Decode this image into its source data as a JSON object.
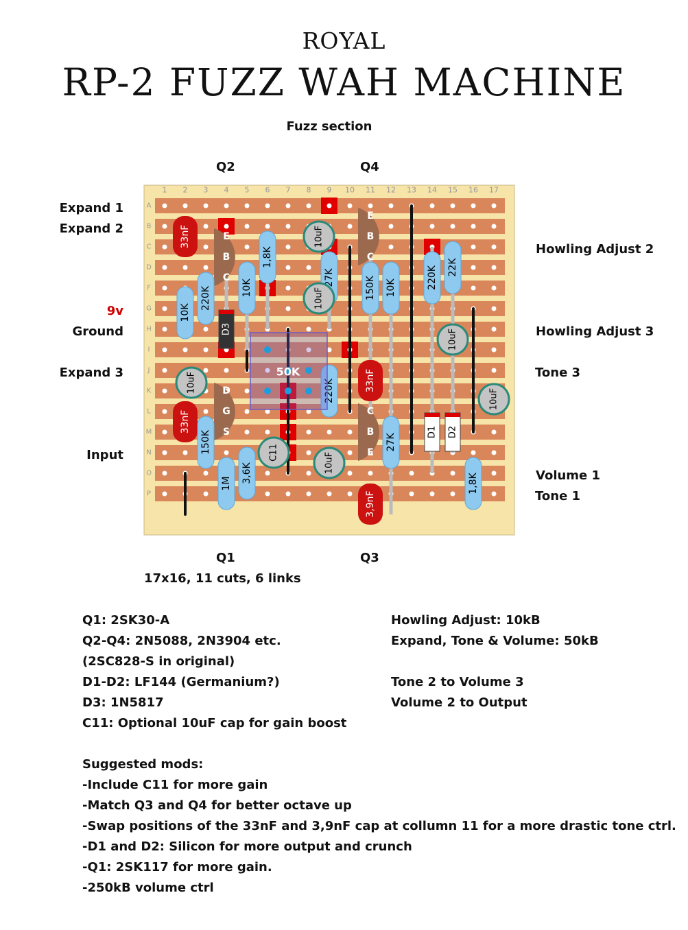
{
  "header": {
    "brand": "ROYAL",
    "title": "RP-2 FUZZ WAH MACHINE",
    "subtitle": "Fuzz section"
  },
  "transistor_labels": {
    "q2": "Q2",
    "q4": "Q4",
    "q1": "Q1",
    "q3": "Q3"
  },
  "board_info": "17x16, 11 cuts, 6 links",
  "board": {
    "columns": [
      "1",
      "2",
      "3",
      "4",
      "5",
      "6",
      "7",
      "8",
      "9",
      "10",
      "11",
      "12",
      "13",
      "14",
      "15",
      "16",
      "17"
    ],
    "rows": [
      "A",
      "B",
      "C",
      "D",
      "F",
      "G",
      "H",
      "I",
      "J",
      "K",
      "L",
      "M",
      "N",
      "O",
      "P"
    ]
  },
  "left_labels": {
    "expand1": "Expand 1",
    "expand2": "Expand 2",
    "nine_v": "9v",
    "ground": "Ground",
    "expand3": "Expand 3",
    "input": "Input"
  },
  "right_labels": {
    "howling2": "Howling Adjust 2",
    "howling3": "Howling Adjust 3",
    "tone3": "Tone 3",
    "volume1": "Volume 1",
    "tone1": "Tone 1"
  },
  "components": {
    "film_caps": [
      "33nF",
      "33nF",
      "33nF",
      "3,9nF"
    ],
    "elec_caps": [
      "10uF",
      "10uF",
      "10uF",
      "10uF",
      "10uF",
      "10uF",
      "C11"
    ],
    "resistors": [
      "10K",
      "220K",
      "10K",
      "1,8K",
      "27K",
      "150K",
      "10K",
      "220K",
      "22K",
      "220K",
      "150K",
      "1M",
      "3,6K",
      "27K",
      "1,8K"
    ],
    "transistor_pins": [
      "E",
      "B",
      "C",
      "D",
      "G",
      "S"
    ],
    "diodes": [
      "D3",
      "D1",
      "D2"
    ],
    "pot": "50K"
  },
  "notes_left": [
    "Q1: 2SK30-A",
    "Q2-Q4: 2N5088, 2N3904 etc.",
    "(2SC828-S in original)",
    "D1-D2: LF144 (Germanium?)",
    "D3: 1N5817",
    "C11: Optional 10uF cap for gain boost"
  ],
  "notes_right": [
    "Howling Adjust: 10kB",
    "Expand, Tone & Volume: 50kB",
    "",
    "Tone 2 to Volume 3",
    "Volume 2 to Output"
  ],
  "mods": [
    "Suggested mods:",
    "-Include C11 for more gain",
    "-Match Q3 and Q4 for better octave up",
    "-Swap positions of the 33nF and 3,9nF cap at collumn 11 for a more drastic tone ctrl.",
    "-D1 and D2: Silicon for more output and crunch",
    "-Q1: 2SK117 for more gain.",
    "-250kB volume ctrl"
  ],
  "colors": {
    "board": "#f7e4a8",
    "strip": "#d9865a",
    "cut": "#e00000",
    "resistor": "#8ec9ef",
    "film_cap": "#cc1111",
    "elec_cap": "#c4c4c4",
    "transistor": "#9b6a4e",
    "pot": "#6a5acd",
    "nine_v": "#d00000"
  }
}
